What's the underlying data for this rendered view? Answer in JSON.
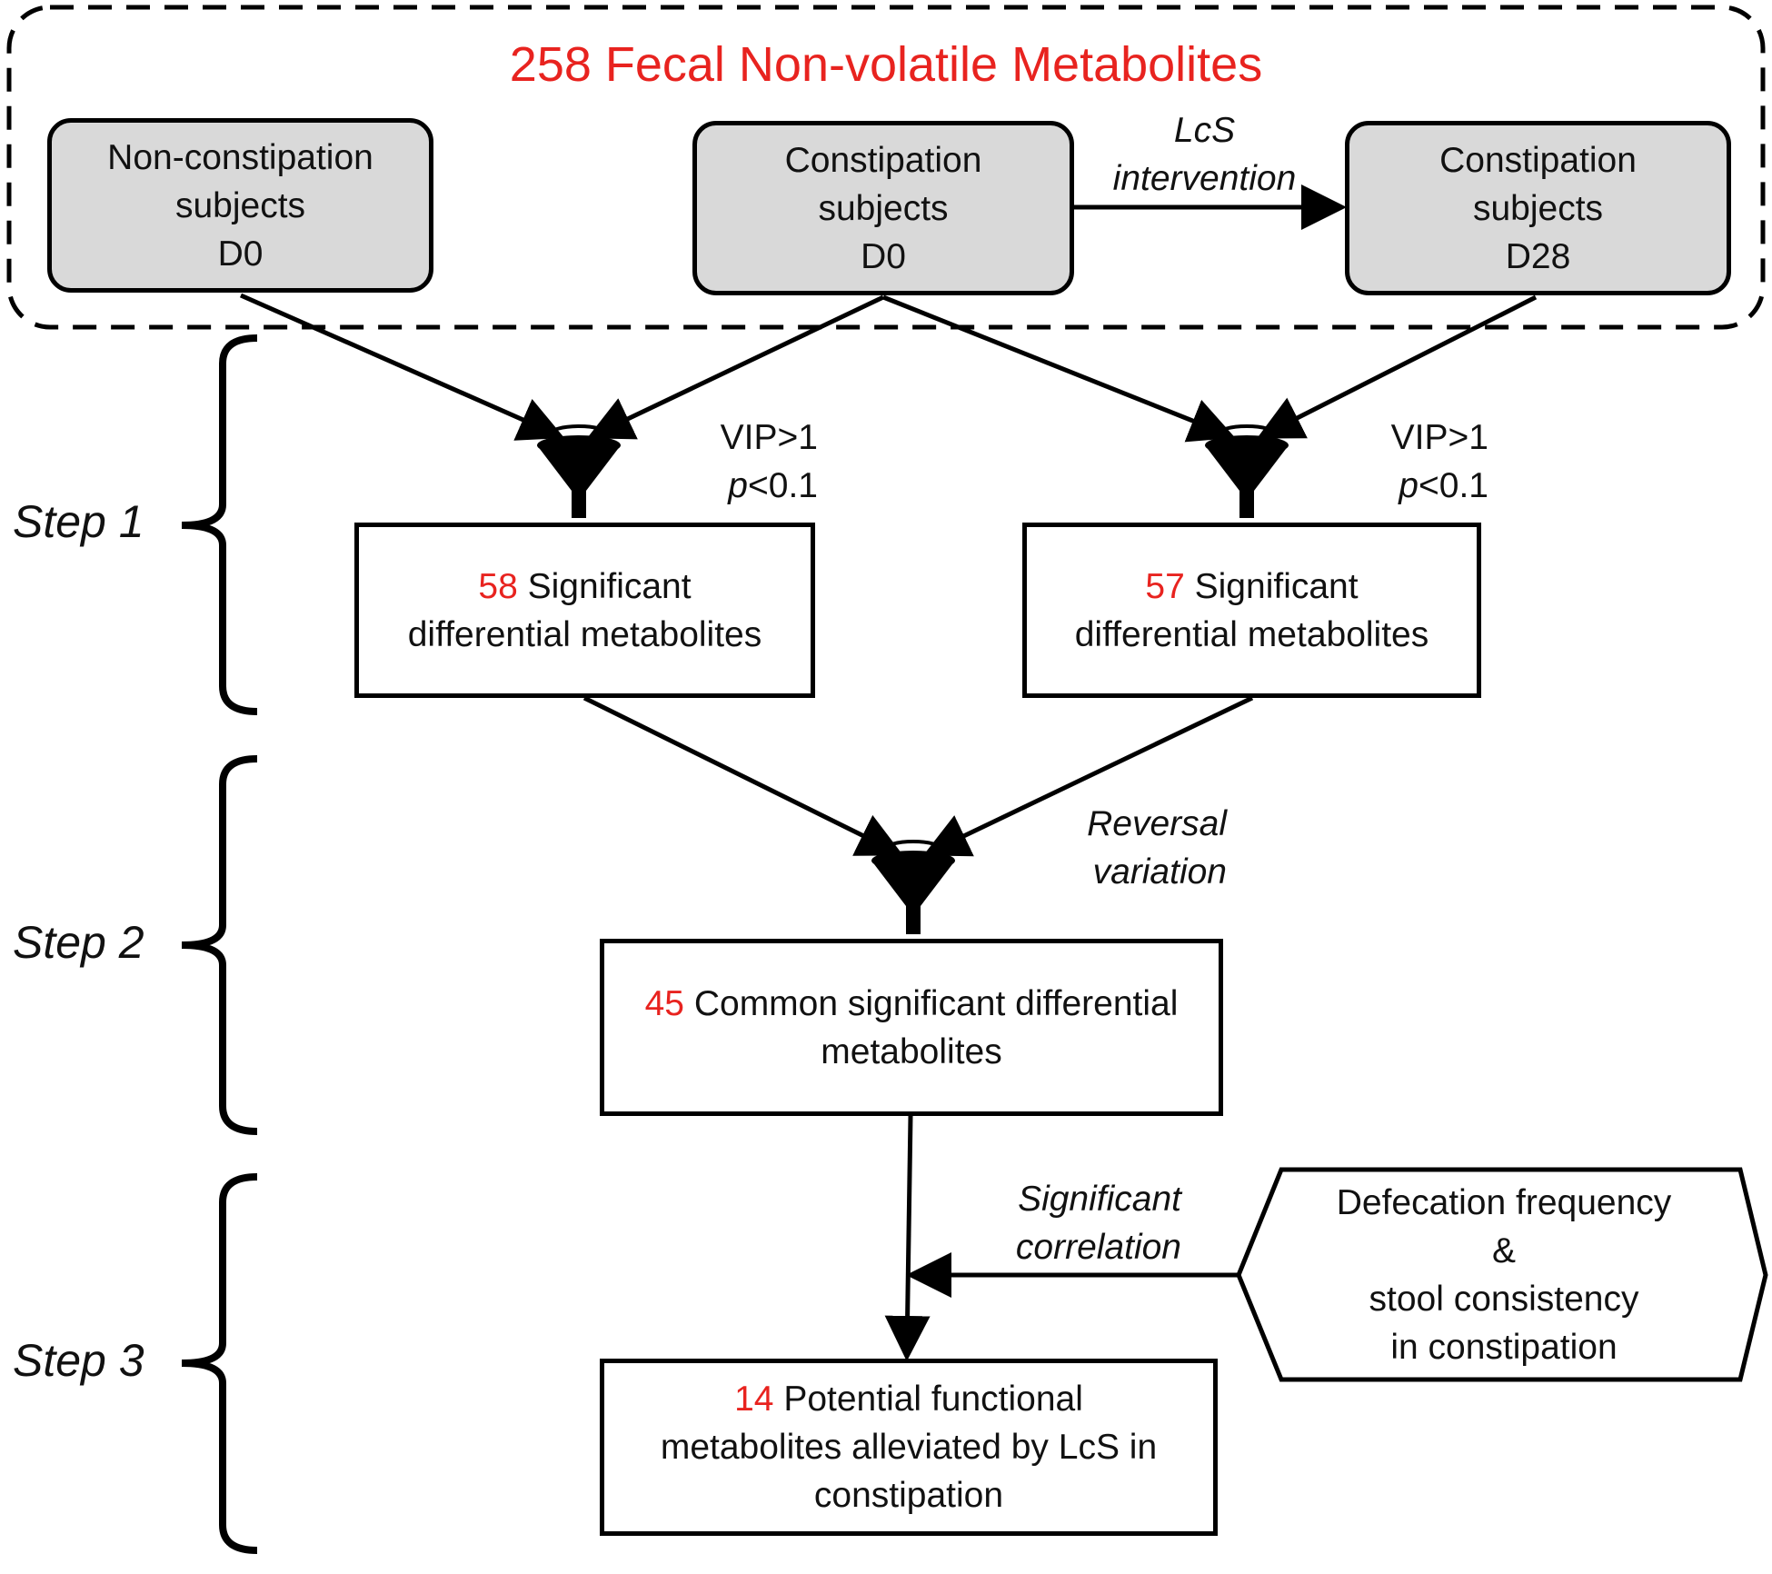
{
  "title": "258 Fecal Non-volatile Metabolites",
  "groups": {
    "non_constipation": [
      "Non-constipation",
      "subjects",
      "D0"
    ],
    "constipation_d0": [
      "Constipation",
      "subjects",
      "D0"
    ],
    "constipation_d28": [
      "Constipation",
      "subjects",
      "D28"
    ]
  },
  "intervention": [
    "LcS",
    "intervention"
  ],
  "filter_criteria": {
    "left": [
      "VIP>1",
      "p<0.1"
    ],
    "right": [
      "VIP>1",
      "p<0.1"
    ]
  },
  "step1_left": {
    "count": "58",
    "text_line1": " Significant",
    "text_line2": "differential metabolites"
  },
  "step1_right": {
    "count": "57",
    "text_line1": " Significant",
    "text_line2": "differential metabolites"
  },
  "reversal": [
    "Reversal",
    "variation"
  ],
  "step2": {
    "count": "45",
    "text_line1": " Common significant differential",
    "text_line2": "metabolites"
  },
  "correlation": [
    "Significant",
    "correlation"
  ],
  "clinical": [
    "Defecation frequency",
    "&",
    "stool consistency",
    "in constipation"
  ],
  "step3": {
    "count": "14",
    "text_line1": " Potential functional",
    "text_line2": "metabolites alleviated by LcS in",
    "text_line3": "constipation"
  },
  "steps": [
    "Step 1",
    "Step 2",
    "Step 3"
  ],
  "colors": {
    "highlight": "#e8231f",
    "group_fill": "#d9d9d9",
    "line": "#000000"
  }
}
